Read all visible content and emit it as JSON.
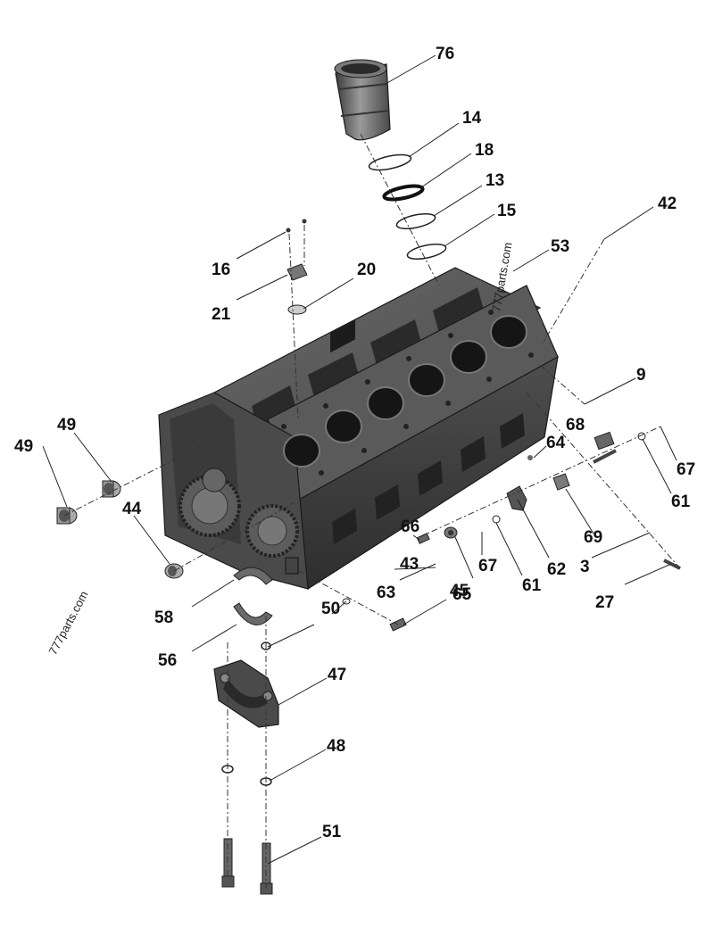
{
  "labels": {
    "l76": "76",
    "l14": "14",
    "l18": "18",
    "l13": "13",
    "l15": "15",
    "l53": "53",
    "l42": "42",
    "l16": "16",
    "l20": "20",
    "l21": "21",
    "l9": "9",
    "l68": "68",
    "l64": "64",
    "l67a": "67",
    "l61a": "61",
    "l49a": "49",
    "l49b": "49",
    "l44": "44",
    "l66": "66",
    "l69": "69",
    "l43": "43",
    "l67b": "67",
    "l61b": "61",
    "l62": "62",
    "l3": "3",
    "l63": "63",
    "l65": "65",
    "l45": "45",
    "l50": "50",
    "l58": "58",
    "l27": "27",
    "l56": "56",
    "l47": "47",
    "l48": "48",
    "l51": "51"
  },
  "watermark": {
    "top": "777parts.com",
    "left": "777parts.com"
  },
  "colors": {
    "block_dark": "#3a3a3a",
    "block_mid": "#555555",
    "block_light": "#6e6e6e",
    "bore": "#151515",
    "part_grey": "#8a8a8a",
    "leader": "#222222"
  }
}
